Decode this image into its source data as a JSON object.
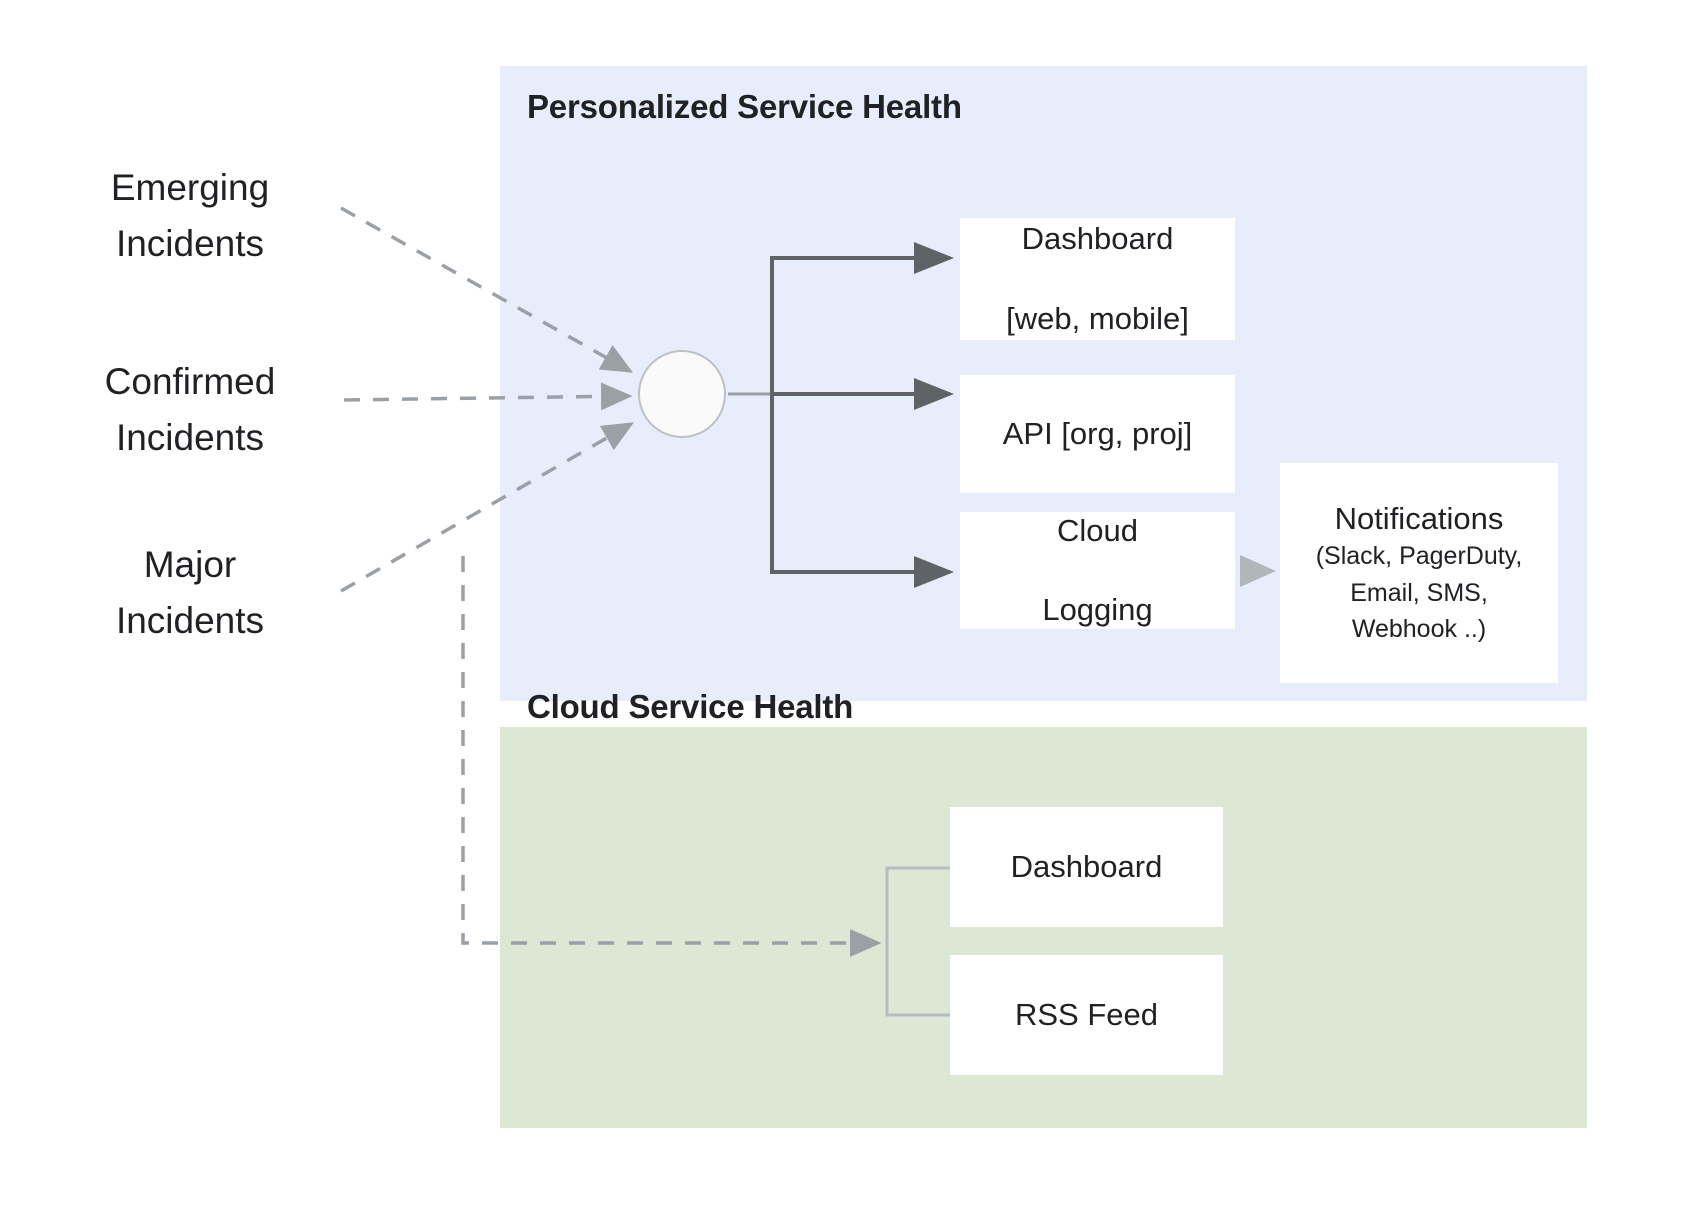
{
  "diagram": {
    "title_visible": false,
    "colors": {
      "personalized_panel_bg": "#e8edfc",
      "cloud_panel_bg": "#dce8d3",
      "box_bg": "#ffffff",
      "text": "#202124",
      "solid_arrow": "#5f6368",
      "dashed_arrow": "#9aa0a6",
      "light_connector": "#b5bcc2"
    }
  },
  "left_inputs": [
    {
      "id": "emerging",
      "line1": "Emerging",
      "line2": "Incidents"
    },
    {
      "id": "confirmed",
      "line1": "Confirmed",
      "line2": "Incidents"
    },
    {
      "id": "major",
      "line1": "Major",
      "line2": "Incidents"
    }
  ],
  "panels": {
    "personalized": {
      "title": "Personalized Service Health",
      "boxes": {
        "dashboard": {
          "line1": "Dashboard",
          "line2": "[web, mobile]"
        },
        "api": {
          "line1": "API [org, proj]"
        },
        "cloud_logging": {
          "line1": "Cloud",
          "line2": "Logging"
        },
        "notifications": {
          "title": "Notifications",
          "line1": "(Slack, PagerDuty,",
          "line2": "Email, SMS,",
          "line3": "Webhook ..)"
        }
      }
    },
    "cloud": {
      "title": "Cloud Service Health",
      "boxes": {
        "dashboard": {
          "line1": "Dashboard"
        },
        "rss": {
          "line1": "RSS Feed"
        }
      }
    }
  },
  "hub": {
    "name": "aggregation-node"
  },
  "edges": [
    {
      "from": "emerging",
      "to": "hub",
      "style": "dashed"
    },
    {
      "from": "confirmed",
      "to": "hub",
      "style": "dashed"
    },
    {
      "from": "major",
      "to": "hub",
      "style": "dashed"
    },
    {
      "from": "major",
      "to": "cloud-service-health",
      "style": "dashed"
    },
    {
      "from": "hub",
      "to": "dashboard",
      "style": "solid"
    },
    {
      "from": "hub",
      "to": "api",
      "style": "solid"
    },
    {
      "from": "hub",
      "to": "cloud_logging",
      "style": "solid"
    },
    {
      "from": "cloud_logging",
      "to": "notifications",
      "style": "solid-light"
    }
  ]
}
